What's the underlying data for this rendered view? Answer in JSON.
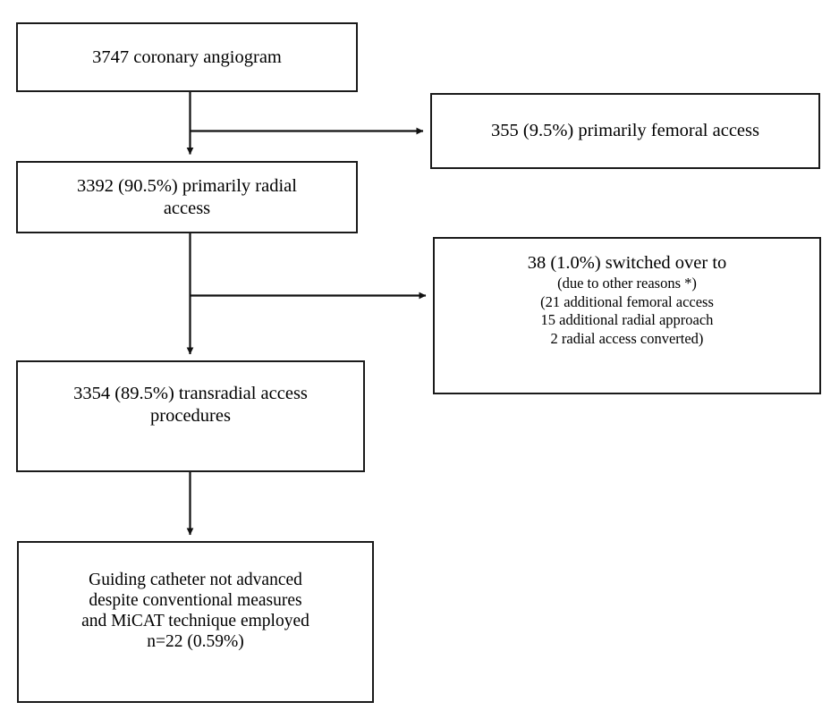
{
  "diagram": {
    "title": "Coronary angiogram access-route study flow",
    "line_color": "#1a1a1a",
    "background": "#ffffff",
    "nodes": {
      "angiogram": {
        "lines": [
          "3747 coronary angiogram"
        ]
      },
      "femoral": {
        "lines": [
          "355 (9.5%) primarily femoral access"
        ]
      },
      "radial": {
        "lines": [
          "3392 (90.5%) primarily radial",
          "access"
        ]
      },
      "switched": {
        "headline": "38 (1.0%) switched over to",
        "lines": [
          "(due to other reasons *)",
          "(21 additional femoral access",
          "15 additional radial approach",
          "2 radial access converted)"
        ]
      },
      "transradial": {
        "lines": [
          "3354 (89.5%) transradial access",
          "procedures"
        ]
      },
      "micat": {
        "lines": [
          "Guiding catheter not advanced",
          "despite conventional measures",
          "and MiCAT technique employed",
          "n=22 (0.59%)"
        ]
      }
    },
    "edges": [
      {
        "name": "angiogram-to-radial",
        "from": "angiogram",
        "to": "radial",
        "kind": "vertical-arrow"
      },
      {
        "name": "angiogram-to-femoral",
        "from": "angiogram",
        "to": "femoral",
        "kind": "branch-right-arrow"
      },
      {
        "name": "radial-to-transradial",
        "from": "radial",
        "to": "transradial",
        "kind": "vertical-arrow"
      },
      {
        "name": "radial-to-switched",
        "from": "radial",
        "to": "switched",
        "kind": "branch-right-arrow"
      },
      {
        "name": "transradial-to-micat",
        "from": "transradial",
        "to": "micat",
        "kind": "vertical-arrow"
      }
    ]
  }
}
